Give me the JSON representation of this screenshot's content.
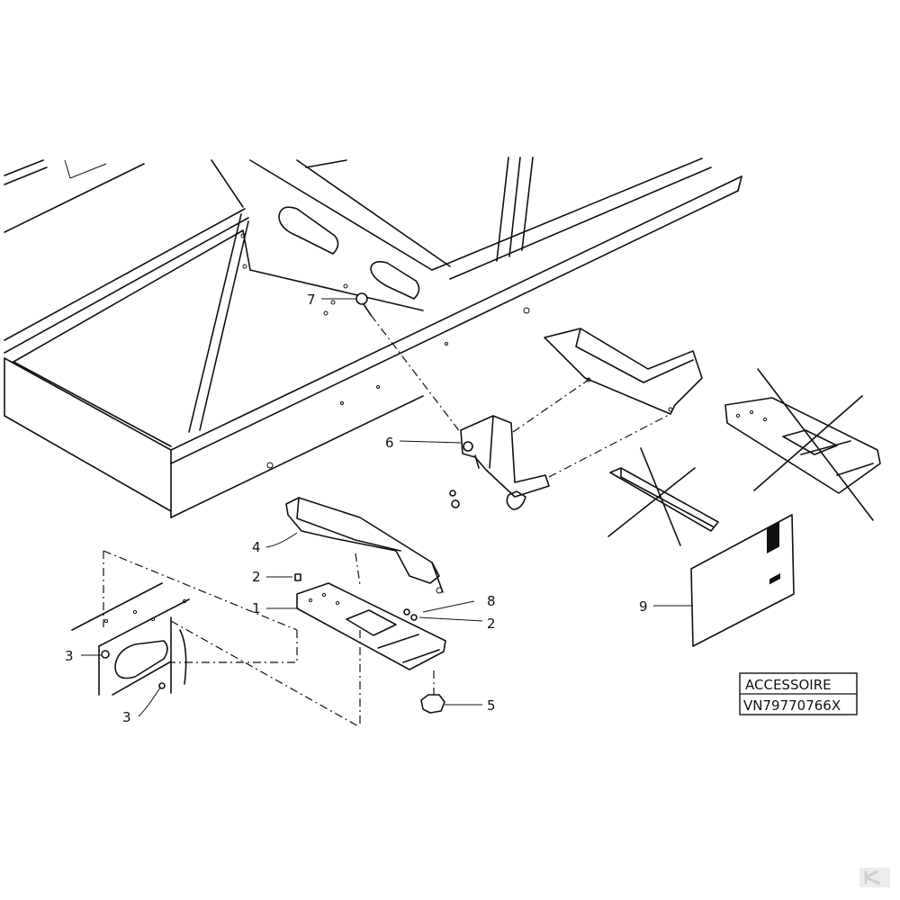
{
  "callouts": [
    {
      "id": "c1",
      "label": "1"
    },
    {
      "id": "c2a",
      "label": "2"
    },
    {
      "id": "c2b",
      "label": "2"
    },
    {
      "id": "c3a",
      "label": "3"
    },
    {
      "id": "c3b",
      "label": "3"
    },
    {
      "id": "c4",
      "label": "4"
    },
    {
      "id": "c5",
      "label": "5"
    },
    {
      "id": "c6",
      "label": "6"
    },
    {
      "id": "c7",
      "label": "7"
    },
    {
      "id": "c8",
      "label": "8"
    },
    {
      "id": "c9",
      "label": "9"
    }
  ],
  "accessory_box": {
    "line1": "ACCESSOIRE",
    "line2": "VN79770766X"
  },
  "colors": {
    "ink": "#111111",
    "paper": "#ffffff",
    "watermark": "#d8d8d8"
  },
  "icons": {
    "corner_mark": "k-logo-watermark-icon"
  }
}
